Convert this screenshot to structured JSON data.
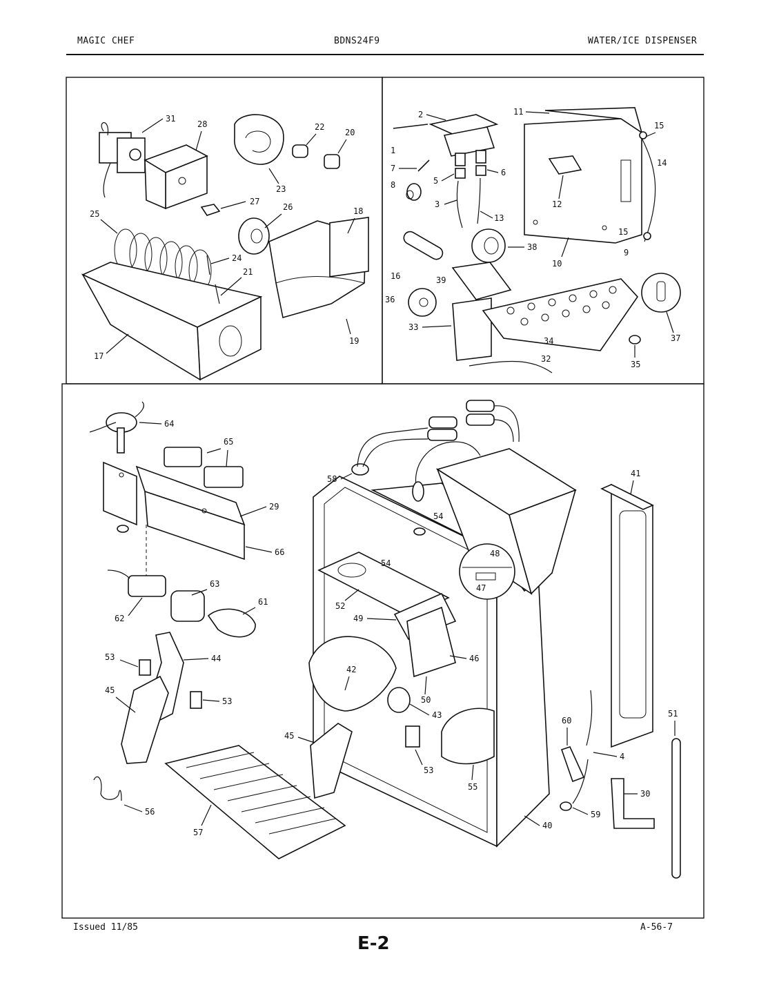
{
  "header": {
    "brand": "MAGIC CHEF",
    "model": "BDNS24F9",
    "section": "WATER/ICE DISPENSER"
  },
  "footer": {
    "issued": "Issued 11/85",
    "doc_code": "A-56-7",
    "page_id": "E-2"
  },
  "panels": {
    "top_left": {
      "labels": [
        "31",
        "28",
        "22",
        "20",
        "23",
        "27",
        "26",
        "18",
        "25",
        "24",
        "21",
        "17",
        "19"
      ]
    },
    "top_right": {
      "labels": [
        "2",
        "11",
        "15",
        "1",
        "7",
        "5",
        "6",
        "8",
        "3",
        "13",
        "14",
        "12",
        "10",
        "9",
        "15",
        "38",
        "16",
        "39",
        "36",
        "33",
        "34",
        "32",
        "35",
        "37"
      ]
    },
    "bottom": {
      "labels": [
        "64",
        "65",
        "58",
        "54",
        "41",
        "29",
        "66",
        "54",
        "48",
        "47",
        "63",
        "61",
        "62",
        "52",
        "49",
        "46",
        "53",
        "44",
        "45",
        "53",
        "42",
        "50",
        "43",
        "45",
        "53",
        "55",
        "60",
        "4",
        "51",
        "30",
        "59",
        "40",
        "56",
        "57"
      ]
    }
  },
  "icons": {
    "ice_maker_mold": "ice-tray-icon",
    "dispenser_housing": "dispenser-housing-icon"
  }
}
